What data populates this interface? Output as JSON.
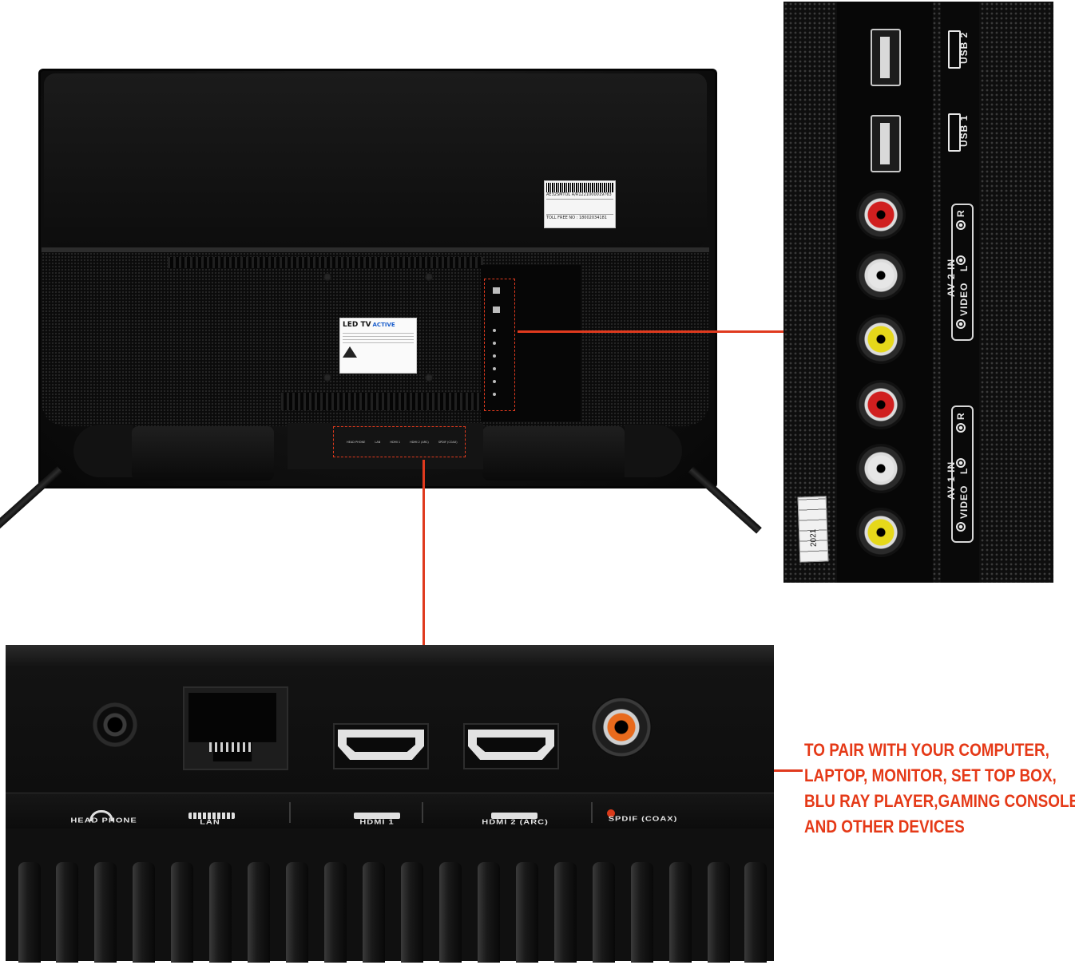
{
  "image": {
    "kind": "product-photo-collage",
    "accent_color": "#e03a1e"
  },
  "tv_rear": {
    "spec_sticker": {
      "model_line": "AE32SMTOL A/R1221000019763",
      "toll_free": "TOLL FREE NO : 18002034181"
    },
    "led_label": {
      "title": "LED TV",
      "brand": "ACTIVE"
    },
    "bottom_port_labels": [
      "HEAD PHONE",
      "LAN",
      "HDMI 1",
      "HDMI 2 (ARC)",
      "SPDIF (COAX)"
    ]
  },
  "side_ports_zoom": {
    "usb_labels": [
      "USB 2",
      "USB 1"
    ],
    "av2_label": "AV 2 IN",
    "av1_label": "AV 1 IN",
    "channel_labels": {
      "right": "R",
      "left": "L",
      "video": "VIDEO"
    },
    "rca_colors": [
      "#d01f1f",
      "#e6e6e6",
      "#e6d81a",
      "#d01f1f",
      "#e6e6e6",
      "#e6d81a"
    ],
    "date_sticker": "2021"
  },
  "rear_io_zoom": {
    "port_labels": [
      "HEAD PHONE",
      "LAN",
      "HDMI 1",
      "HDMI 2 (ARC)",
      "SPDIF (COAX)"
    ],
    "spdif_color": "#e86a1c"
  },
  "caption": {
    "lines": [
      "TO PAIR WITH YOUR COMPUTER,",
      "LAPTOP, MONITOR, SET TOP BOX,",
      "BLU RAY PLAYER,GAMING CONSOLE",
      "AND OTHER DEVICES"
    ]
  }
}
